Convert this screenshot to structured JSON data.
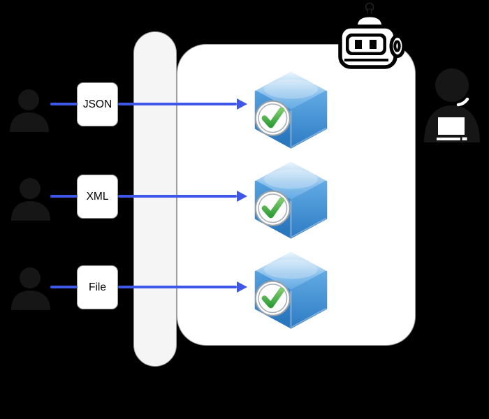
{
  "diagram": {
    "rows": [
      {
        "label": "JSON"
      },
      {
        "label": "XML"
      },
      {
        "label": "File"
      }
    ],
    "icons": {
      "source": "user-silhouette-icon",
      "processor": "chatbot-robot-icon",
      "result": "blue-cube-green-check-icon",
      "consumer": "support-agent-laptop-icon"
    },
    "colors": {
      "arrow_blue": "#3F57E8",
      "bar_fill": "#F5F5F5",
      "panel_fill": "#FFFFFF",
      "border_gray": "#9E9E9E",
      "cube_blue": "#3E8CD2",
      "check_green": "#3FAE49",
      "silhouette_dark": "#161616",
      "background": "#000000"
    }
  }
}
